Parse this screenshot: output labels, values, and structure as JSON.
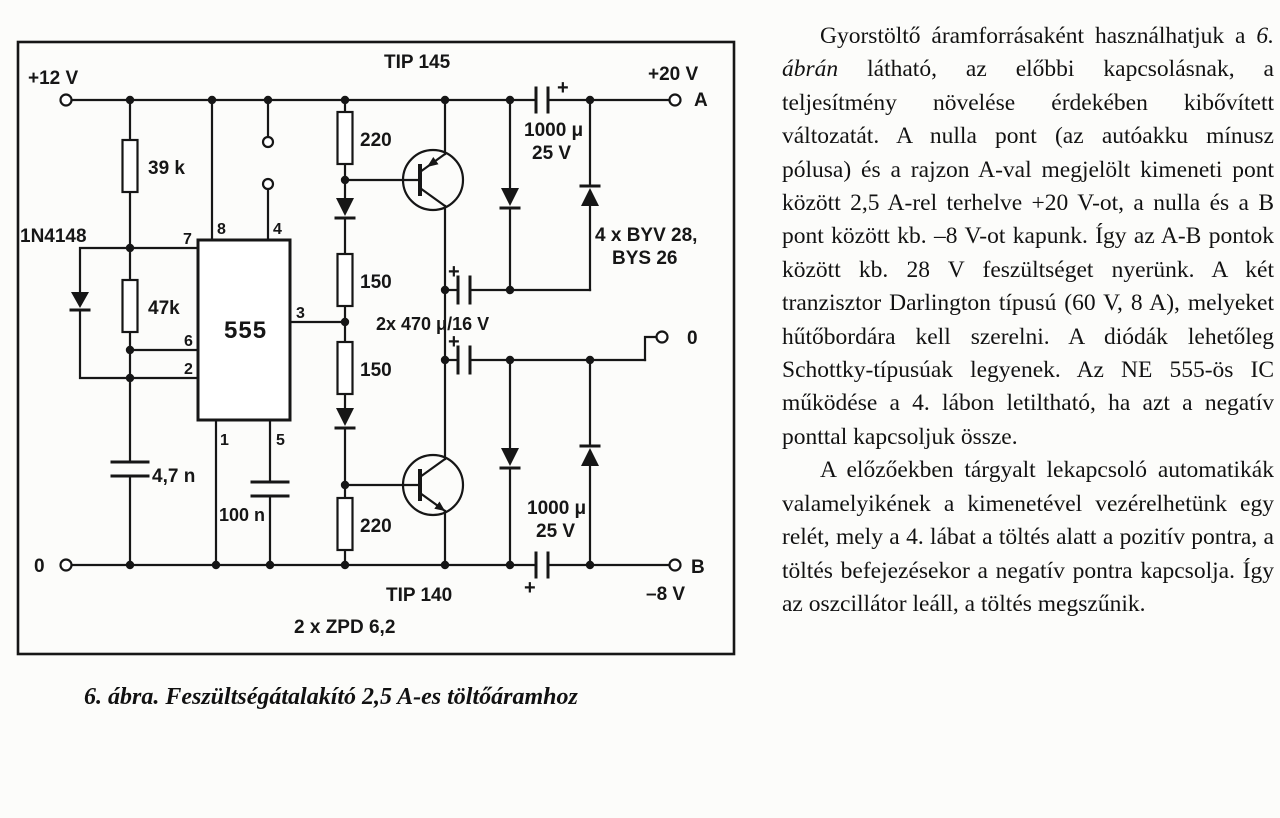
{
  "figure": {
    "caption": "6. ábra. Feszültségátalakító 2,5 A-es töltőáramhoz",
    "labels": {
      "v_in": "+12 V",
      "t_top": "TIP 145",
      "v_out_pos": "+20 V",
      "term_a": "A",
      "cap_top_val": "1000 μ",
      "cap_top_volt": "25 V",
      "r1": "39 k",
      "d1": "1N4148",
      "r2": "47k",
      "ic": "555",
      "pin8": "8",
      "pin4": "4",
      "pin7": "7",
      "pin6": "6",
      "pin2": "2",
      "pin3": "3",
      "pin1": "1",
      "pin5": "5",
      "r3": "220",
      "r4": "150",
      "r5": "150",
      "r6": "220",
      "d_group1": "4 x BYV 28,",
      "d_group2": "BYS 26",
      "cap_mid": "2x 470 μ/16 V",
      "term_0_right": "0",
      "cap_bot_val": "1000 μ",
      "cap_bot_volt": "25 V",
      "term_b": "B",
      "v_out_neg": "–8 V",
      "t_bot": "TIP 140",
      "zener": "2 x ZPD 6,2",
      "c1": "4,7 n",
      "c2": "100 n",
      "term_0_left": "0",
      "plus": "+"
    }
  },
  "article": {
    "para1_before": "Gyorstöltő áramforrásaként használhatjuk a ",
    "para1_italic": "6. ábrán",
    "para1_after": " látható, az előbbi kapcsolásnak, a teljesítmény növelése érdekében kibővített változatát. A nulla pont (az autóakku mínusz pólusa) és a rajzon A-val megjelölt kimeneti pont között 2,5 A-rel terhelve +20 V-ot, a nulla és a B pont között kb. –8 V-ot kapunk. Így az A-B pontok között kb. 28 V feszültséget nyerünk. A két tranzisztor Darlington típusú (60 V, 8 A), melyeket hűtőbordára kell szerelni. A diódák lehetőleg Schottky-típusúak legyenek. Az NE 555-ös IC működése a 4. lábon letiltható, ha azt a negatív ponttal kapcsoljuk össze.",
    "para2": "A előzőekben tárgyalt lekapcsoló automatikák valamelyikének a kimenetével vezérelhetünk egy relét, mely a 4. lábat a töltés alatt a pozitív pontra, a töltés befejezésekor a negatív pontra kapcsolja. Így az oszcillátor leáll, a töltés megszűnik."
  }
}
